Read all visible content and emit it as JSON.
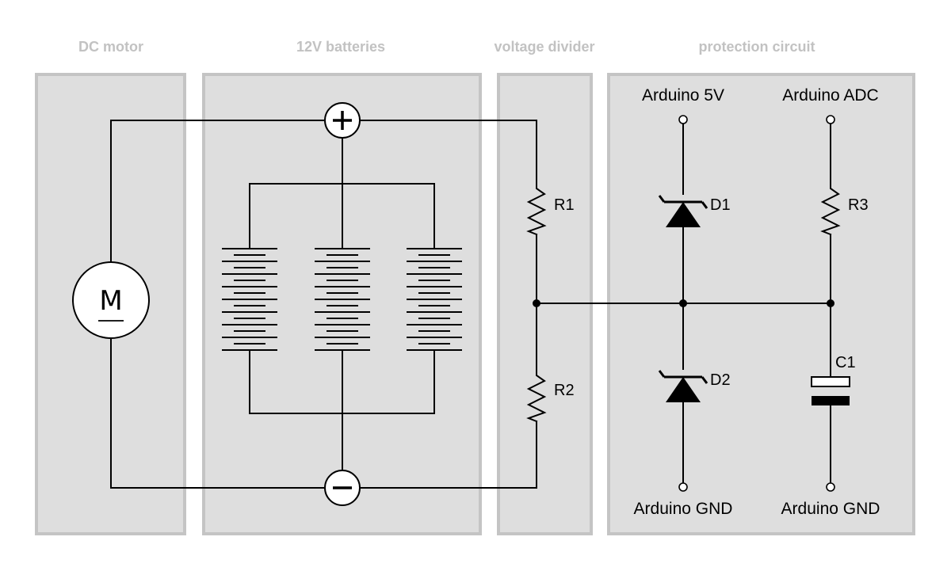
{
  "sections": {
    "motor": "DC motor",
    "batteries": "12V batteries",
    "divider": "voltage divider",
    "protection": "protection circuit"
  },
  "components": {
    "motor_symbol": "M",
    "r1": "R1",
    "r2": "R2",
    "r3": "R3",
    "d1": "D1",
    "d2": "D2",
    "c1": "C1"
  },
  "terminals": {
    "arduino_5v": "Arduino 5V",
    "arduino_adc": "Arduino ADC",
    "arduino_gnd_left": "Arduino GND",
    "arduino_gnd_right": "Arduino GND"
  },
  "colors": {
    "panel_fill": "#dedede",
    "panel_border": "#c4c4c4",
    "heading": "#c2c2c2",
    "wire": "#000000"
  }
}
